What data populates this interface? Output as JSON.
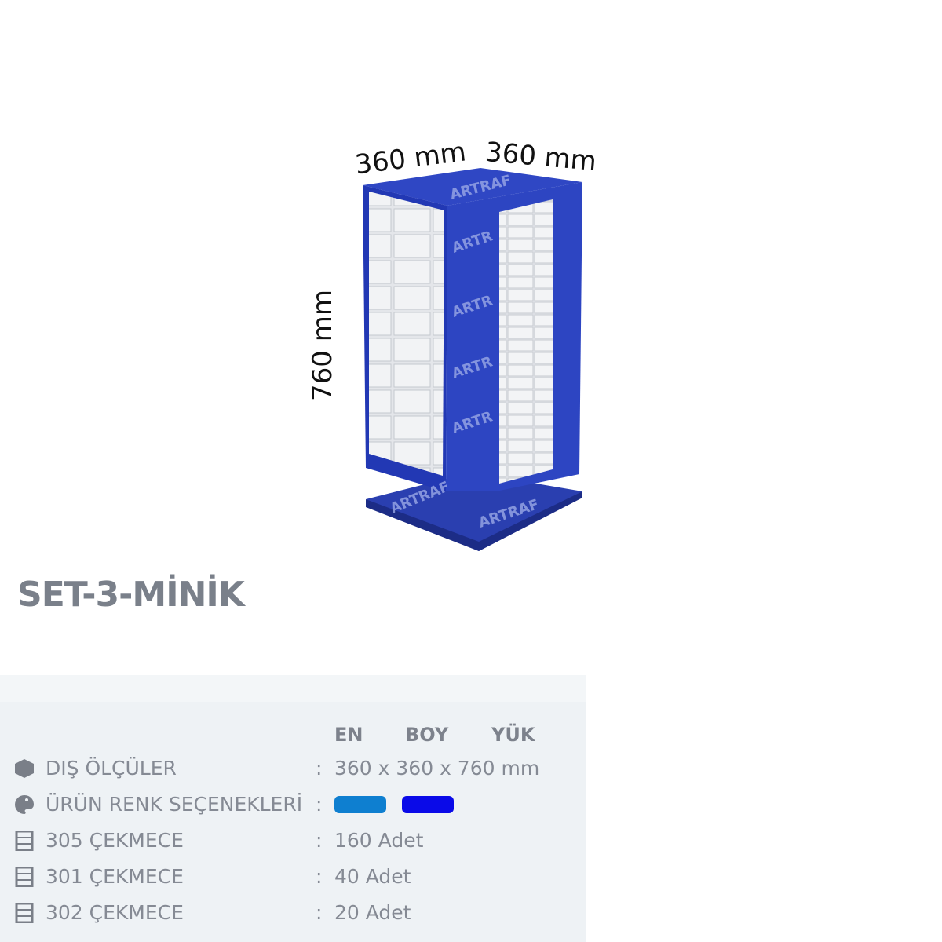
{
  "product": {
    "title": "SET-3-MİNİK",
    "dimensions_labels": {
      "width": "360 mm",
      "depth": "360 mm",
      "height": "760 mm"
    },
    "watermark": "ARTRAF"
  },
  "specs": {
    "headers": [
      "EN",
      "BOY",
      "YÜK"
    ],
    "rows": [
      {
        "icon": "box-icon",
        "label": "DIŞ ÖLÇÜLER",
        "value": "360 x 360 x 760 mm"
      },
      {
        "icon": "palette-icon",
        "label": "ÜRÜN RENK SEÇENEKLERİ",
        "colors": [
          "#0e7fd0",
          "#0a0ae8"
        ]
      },
      {
        "icon": "drawer-icon",
        "label": "305 ÇEKMECE",
        "value": "160 Adet"
      },
      {
        "icon": "drawer-icon",
        "label": "301 ÇEKMECE",
        "value": "40 Adet"
      },
      {
        "icon": "drawer-icon",
        "label": "302 ÇEKMECE",
        "value": "20 Adet"
      }
    ],
    "colon": ":"
  }
}
